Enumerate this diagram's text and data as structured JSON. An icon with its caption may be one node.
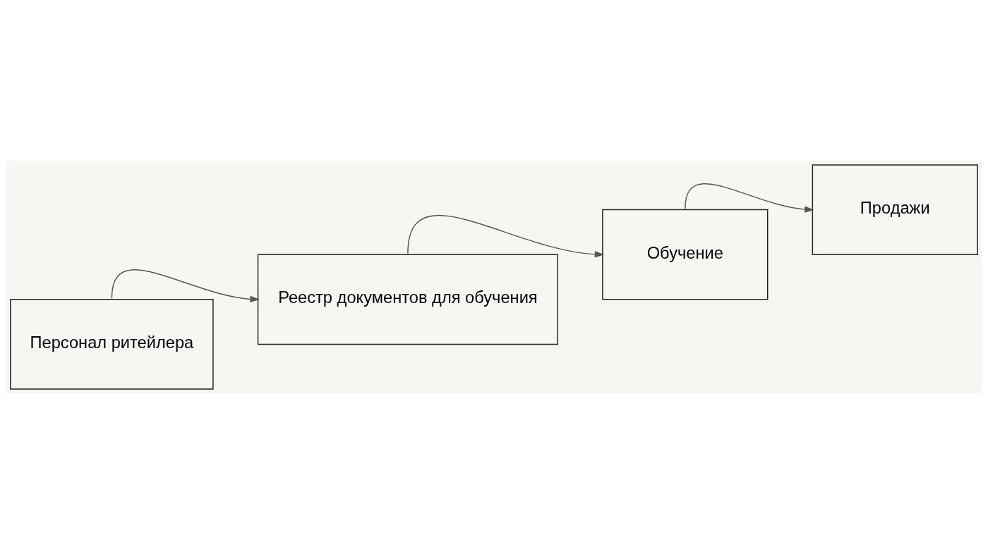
{
  "diagram": {
    "nodes": [
      {
        "text": [
          "Персонал ритейлера"
        ]
      },
      {
        "text": [
          "Реестр документов для обучения"
        ]
      },
      {
        "text": [
          "Обучение"
        ]
      },
      {
        "text": [
          "Продажи"
        ]
      }
    ],
    "edges": [
      {
        "from": 0,
        "to": 1,
        "arrow": "to"
      },
      {
        "from": 1,
        "to": 2,
        "arrow": "to"
      },
      {
        "from": 2,
        "to": 3,
        "arrow": "to"
      }
    ]
  }
}
